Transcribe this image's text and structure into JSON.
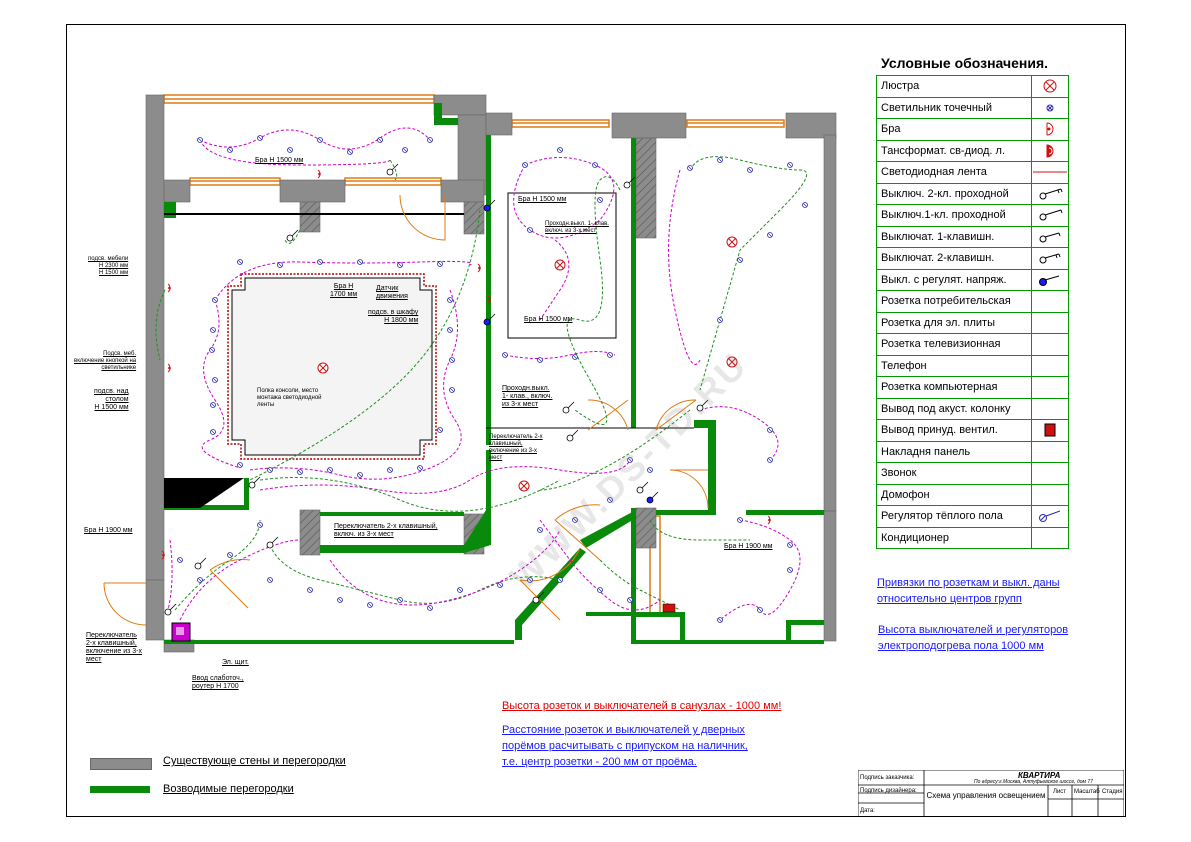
{
  "legend": {
    "title": "Условные обозначения.",
    "items": [
      {
        "label": "Люстра",
        "icon": "chandelier-icon"
      },
      {
        "label": "Светильник точечный",
        "icon": "spotlight-icon"
      },
      {
        "label": "Бра",
        "icon": "sconce-icon"
      },
      {
        "label": "Тансформат. св-диод. л.",
        "icon": "led-transformer-icon"
      },
      {
        "label": "Светодиодная лента",
        "icon": "led-strip-icon"
      },
      {
        "label": "Выключ. 2-кл. проходной",
        "icon": "pass-switch-2-icon"
      },
      {
        "label": "Выключ.1-кл. проходной",
        "icon": "pass-switch-1-icon"
      },
      {
        "label": "Выключат. 1-клавишн.",
        "icon": "switch-1-icon"
      },
      {
        "label": "Выключат. 2-клавишн.",
        "icon": "switch-2-icon"
      },
      {
        "label": "Выкл. с регулят. напряж.",
        "icon": "dimmer-icon"
      },
      {
        "label": "Розетка потребительская",
        "icon": ""
      },
      {
        "label": "Розетка для эл. плиты",
        "icon": ""
      },
      {
        "label": "Розетка телевизионная",
        "icon": ""
      },
      {
        "label": "Телефон",
        "icon": ""
      },
      {
        "label": "Розетка компьютерная",
        "icon": ""
      },
      {
        "label": "Вывод под акуст. колонку",
        "icon": ""
      },
      {
        "label": "Вывод принуд. вентил.",
        "icon": "vent-outlet-icon"
      },
      {
        "label": "Накладня панель",
        "icon": ""
      },
      {
        "label": "Звонок",
        "icon": ""
      },
      {
        "label": "Домофон",
        "icon": ""
      },
      {
        "label": "Регулятор тёплого пола",
        "icon": "floor-heating-regulator-icon"
      },
      {
        "label": "Кондиционер",
        "icon": ""
      }
    ]
  },
  "notes": {
    "bindings": "Привязки по розеткам и выкл. даны относительно центров групп",
    "height_switches": "Высота выключателей и регуляторов электроподогрева пола 1000 мм",
    "bathroom_height": "Высота розеток и выключателей  в санузлах - 1000 мм!",
    "door_distance": "Расстояние розеток и выключателей у дверных порёмов расчитывать с припуском на наличник, т.е. центр розетки - 200 мм от проёма."
  },
  "wall_key": {
    "existing": "Существующе стены и перегородки",
    "new": "Возводимые перегородки"
  },
  "stamp": {
    "client_sign": "Подпись заказчика:",
    "designer_sign": "Подпись дизайнера:",
    "date": "Дата:",
    "project": "КВАРТИРА",
    "address": "По адресу:г.Москва, Алтуфьевское шоссе, дом 77",
    "sheet_title": "Схема управления освещением",
    "col_sheet": "Лист",
    "col_scale": "Масштаб",
    "col_stage": "Стадия"
  },
  "plan_labels": {
    "bra_1500_top": "Бра H 1500 мм",
    "bra_1500_right1": "Бра H 1500 мм",
    "bra_1500_right2": "Бра H 1500 мм",
    "bra_1700": "Бра H\n1700 мм",
    "motion_sensor": "Датчик\nдвижения",
    "cabinet_1800": "подсв. в шкафу\nH 1800 мм",
    "furniture": "подсв. мебели\nH 2300 мм\nH 1500 мм",
    "furniture_btn": "Подсв. меб.\nвключение кнопкой на\nсветильнике",
    "table_1500": "подсв. над\nстолом\nH 1500 мм",
    "console": "Полка консоли, место\nмонтажа светодиодной\nленты",
    "bra_1900_left": "Бра H 1900 мм",
    "bra_1900_right": "Бра H 1900 мм",
    "switch2_left": "Переключатель\n2-х клавишный,\nвключение из 3-х\nмест",
    "switch2_mid": "Переключатель 2-х клавишный,\nвключ. из 3-х мест",
    "switch2_right": "Переключатель 2-х\nклавишный,\nвключение из 3-х\nмест",
    "pass_switch": "Проходн.выкл.\n1- клав., включ.\nиз 3-х мест",
    "pass_switch_small": "Проходн.выкл. 1- клав.\nвключ. из 3-х мест",
    "el_panel": "Эл. щит.",
    "lowcurrent": "Ввод слаботоч.,\nроутер H 1700"
  },
  "colors": {
    "existing_wall": "#8c8c8c",
    "new_wall": "#0a8a0a",
    "green_wire": "#1f8f1f",
    "magenta_wire": "#cc00cc",
    "blue_symbol": "#2a2ab0",
    "red_symbol": "#d01010",
    "window_orange": "#e07a10",
    "note_blue": "#1a1aff",
    "note_red": "#e00000"
  },
  "watermark": "WWW.DS-TD.RU"
}
